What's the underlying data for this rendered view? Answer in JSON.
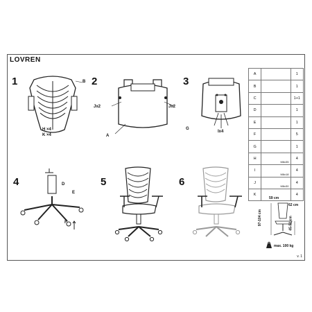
{
  "title": "LOVREN",
  "steps": [
    "1",
    "2",
    "3",
    "4",
    "5",
    "6"
  ],
  "labels": {
    "s1_b": "B",
    "s1_hx4": "H ×4",
    "s1_kx4": "K ×4",
    "s2_jx2_left": "Jx2",
    "s2_jx2_right": "Jx2",
    "s2_a": "A",
    "s3_g": "G",
    "s3_ix4": "Ix4",
    "s4_d": "D",
    "s4_e": "E",
    "s4_f": "F"
  },
  "parts": [
    {
      "letter": "A",
      "size": "",
      "qty": "1"
    },
    {
      "letter": "B",
      "size": "",
      "qty": "1"
    },
    {
      "letter": "C",
      "size": "",
      "qty": "1+1"
    },
    {
      "letter": "D",
      "size": "",
      "qty": "1"
    },
    {
      "letter": "E",
      "size": "",
      "qty": "1"
    },
    {
      "letter": "F",
      "size": "",
      "qty": "5"
    },
    {
      "letter": "G",
      "size": "",
      "qty": "1"
    },
    {
      "letter": "H",
      "size": "M6x35",
      "qty": "4"
    },
    {
      "letter": "I",
      "size": "M6x18",
      "qty": "4"
    },
    {
      "letter": "J",
      "size": "M6x30",
      "qty": "4"
    },
    {
      "letter": "K",
      "size": "",
      "qty": "4"
    }
  ],
  "dimensions": {
    "width": "59 cm",
    "depth": "62 cm",
    "height": "97-104 cm",
    "seat_height": "45-52 cm",
    "max_load": "max. 100 kg"
  },
  "version": "v. 1"
}
